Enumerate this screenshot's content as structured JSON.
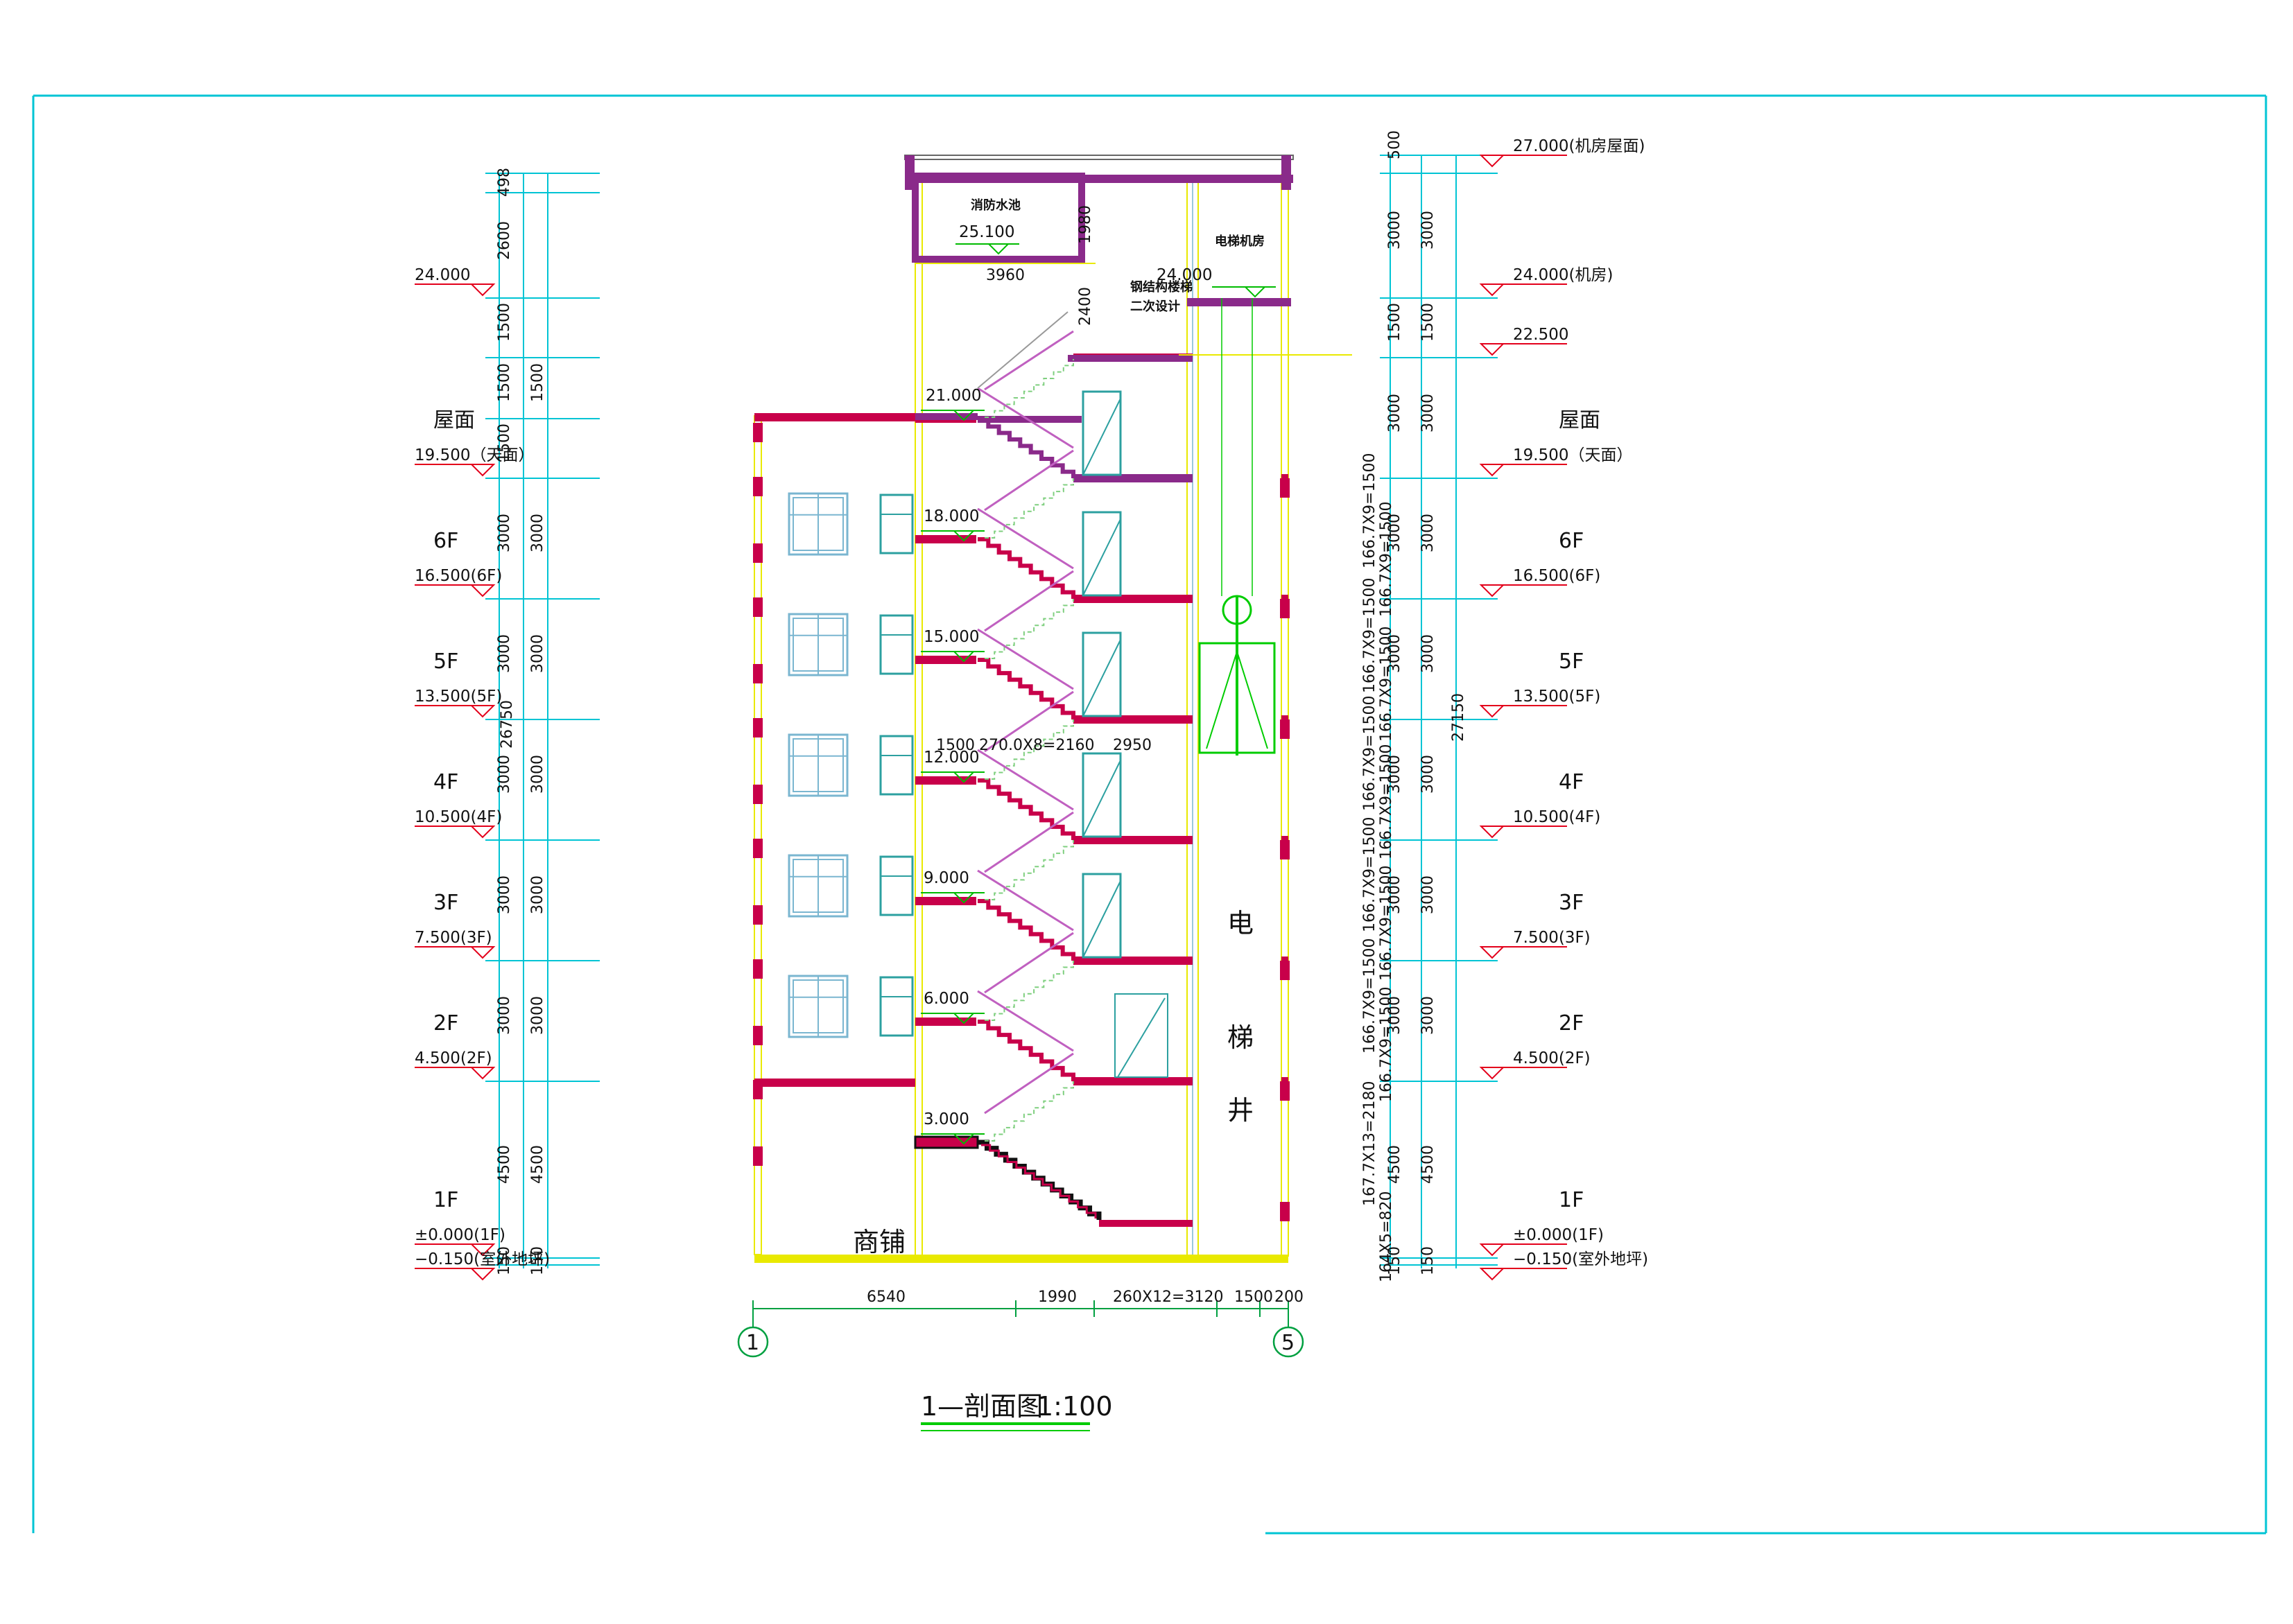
{
  "title": {
    "section": "1—剖面图",
    "scale": "1:100"
  },
  "rooms": {
    "shop": "商铺",
    "fire_tank": "消防水池",
    "machine_room": "电梯机房",
    "steel_stair_note_1": "钢结构楼梯",
    "steel_stair_note_2": "二次设计",
    "shaft_chars": [
      "电",
      "梯",
      "井"
    ]
  },
  "inner_levels": [
    "25.100",
    "24.000",
    "21.000",
    "18.000",
    "15.000",
    "12.000",
    "9.000",
    "6.000",
    "3.000"
  ],
  "inner_dims": {
    "tank_width": "3960",
    "tank_height": "1980",
    "upper_height": "2400",
    "landing": "1500",
    "treads": "270.0X8=2160",
    "hall": "2950"
  },
  "bottom_dims": [
    "6540",
    "1990",
    "260X12=3120",
    "1500",
    "200"
  ],
  "axes": [
    "1",
    "5"
  ],
  "left_levels": [
    {
      "floor": "",
      "elev": "24.000"
    },
    {
      "floor": "屋面",
      "elev": "19.500（天面）"
    },
    {
      "floor": "6F",
      "elev": "16.500(6F)"
    },
    {
      "floor": "5F",
      "elev": "13.500(5F)"
    },
    {
      "floor": "4F",
      "elev": "10.500(4F)"
    },
    {
      "floor": "3F",
      "elev": "7.500(3F)"
    },
    {
      "floor": "2F",
      "elev": "4.500(2F)"
    },
    {
      "floor": "1F",
      "elev": "±0.000(1F)"
    },
    {
      "floor": "",
      "elev": "−0.150(室外地坪)"
    }
  ],
  "right_levels": [
    {
      "floor": "",
      "elev": "27.000(机房屋面)"
    },
    {
      "floor": "",
      "elev": "24.000(机房)"
    },
    {
      "floor": "",
      "elev": "22.500"
    },
    {
      "floor": "屋面",
      "elev": "19.500（天面）"
    },
    {
      "floor": "6F",
      "elev": "16.500(6F)"
    },
    {
      "floor": "5F",
      "elev": "13.500(5F)"
    },
    {
      "floor": "4F",
      "elev": "10.500(4F)"
    },
    {
      "floor": "3F",
      "elev": "7.500(3F)"
    },
    {
      "floor": "2F",
      "elev": "4.500(2F)"
    },
    {
      "floor": "1F",
      "elev": "±0.000(1F)"
    },
    {
      "floor": "",
      "elev": "−0.150(室外地坪)"
    }
  ],
  "left_dims": {
    "outer": [
      "498",
      "2600",
      "1500",
      "1500",
      "1500",
      "3000",
      "3000",
      "3000",
      "3000",
      "3000",
      "4500",
      "150"
    ],
    "inner": [
      "1500",
      "3000",
      "3000",
      "3000",
      "3000",
      "3000",
      "4500",
      "150"
    ],
    "total": "26750"
  },
  "right_dims": {
    "outer": [
      "500",
      "3000",
      "1500",
      "3000",
      "3000",
      "3000",
      "3000",
      "3000",
      "3000",
      "4500",
      "150"
    ],
    "inner": [
      "3000",
      "1500",
      "3000",
      "3000",
      "3000",
      "3000",
      "3000",
      "3000",
      "4500",
      "150"
    ],
    "total": "27150",
    "stair_a": [
      "166.7X9=1500",
      "166.7X9=1500",
      "166.7X9=1500",
      "166.7X9=1500",
      "166.7X9=1500",
      "167.7X13=2180"
    ],
    "stair_b": [
      "166.7X9=1500",
      "166.7X9=1500",
      "166.7X9=1500",
      "166.7X9=1500",
      "166.7X9=1500",
      "164X5=820"
    ]
  },
  "colors": {
    "frame": "#00c4d4",
    "wall": "#c8004a",
    "roof": "#8a2a8a",
    "edge": "#e9e900",
    "level_line": "#e3001b",
    "level_mark": "#00bb00",
    "stair_rail": "#c060c0",
    "window": "#7ab6d0"
  }
}
